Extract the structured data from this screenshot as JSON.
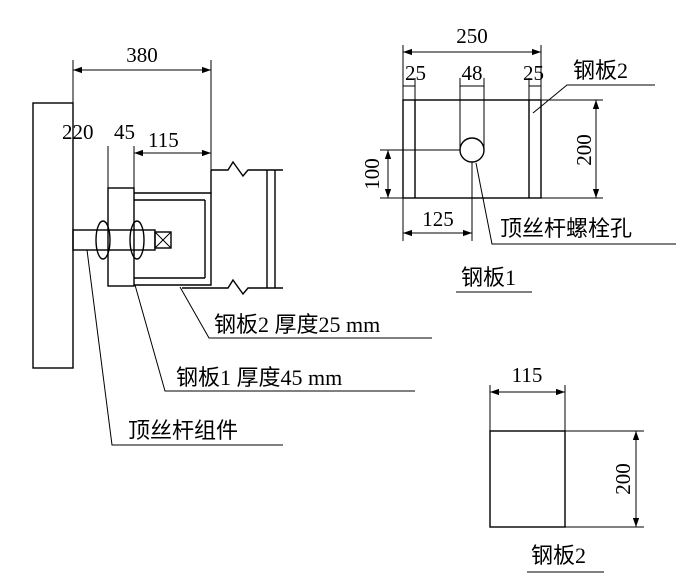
{
  "left_view": {
    "dims": {
      "total": "380",
      "d220": "220",
      "d45": "45",
      "d115": "115"
    },
    "labels": {
      "plate2": "钢板2 厚度25 mm",
      "plate1": "钢板1 厚度45 mm",
      "jack": "顶丝杆组件"
    }
  },
  "plate1_view": {
    "dims": {
      "width": "250",
      "left_edge": "25",
      "hole_width": "48",
      "right_edge": "25",
      "height": "200",
      "hole_height": "100",
      "hole_offset": "125"
    },
    "labels": {
      "plate2": "钢板2",
      "bolt_hole": "顶丝杆螺栓孔"
    },
    "caption": "钢板1"
  },
  "plate2_view": {
    "dims": {
      "width": "115",
      "height": "200"
    },
    "caption": "钢板2"
  }
}
